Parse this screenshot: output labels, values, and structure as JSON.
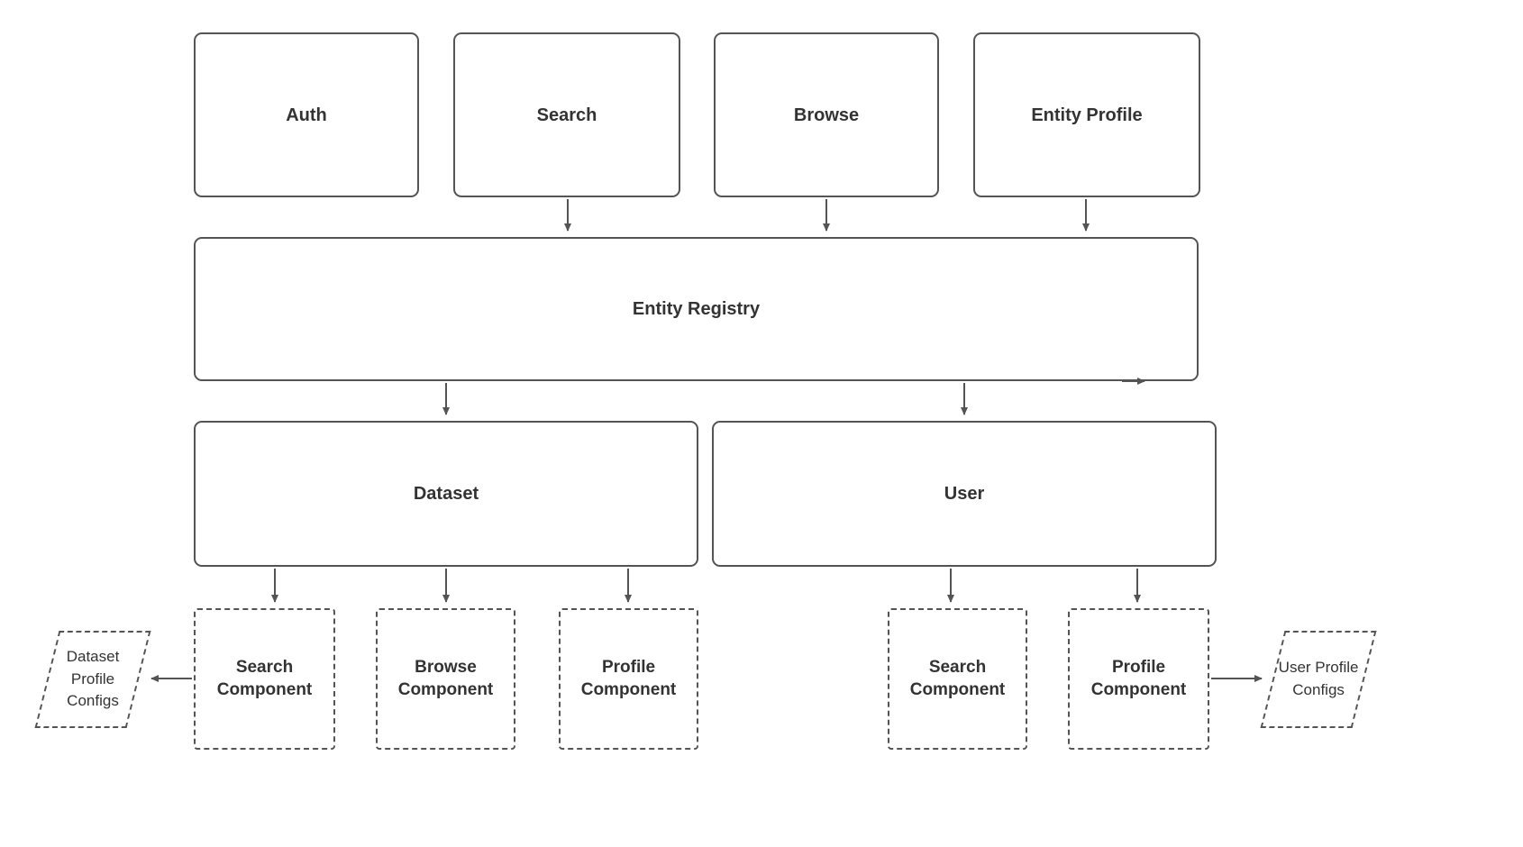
{
  "diagram": {
    "nodes": {
      "auth": "Auth",
      "search": "Search",
      "browse": "Browse",
      "entity_profile": "Entity Profile",
      "entity_registry": "Entity Registry",
      "dataset": "Dataset",
      "user": "User",
      "dataset_search_component": "Search Component",
      "dataset_browse_component": "Browse Component",
      "dataset_profile_component": "Profile Component",
      "user_search_component": "Search Component",
      "user_profile_component": "Profile Component",
      "dataset_profile_configs": "Dataset Profile Configs",
      "user_profile_configs": "User Profile Configs"
    },
    "edges": [
      {
        "from": "Search",
        "to": "Entity Registry"
      },
      {
        "from": "Browse",
        "to": "Entity Registry"
      },
      {
        "from": "Entity Profile",
        "to": "Entity Registry"
      },
      {
        "from": "Entity Registry",
        "to": "Dataset"
      },
      {
        "from": "Entity Registry",
        "to": "User"
      },
      {
        "from": "Dataset",
        "to": "Search Component"
      },
      {
        "from": "Dataset",
        "to": "Browse Component"
      },
      {
        "from": "Dataset",
        "to": "Profile Component"
      },
      {
        "from": "User",
        "to": "Search Component"
      },
      {
        "from": "User",
        "to": "Profile Component"
      },
      {
        "from": "Search Component (Dataset)",
        "to": "Dataset Profile Configs"
      },
      {
        "from": "Profile Component (User)",
        "to": "User Profile Configs"
      }
    ],
    "colors": {
      "border": "#545454",
      "text": "#333333",
      "background": "#ffffff"
    }
  }
}
